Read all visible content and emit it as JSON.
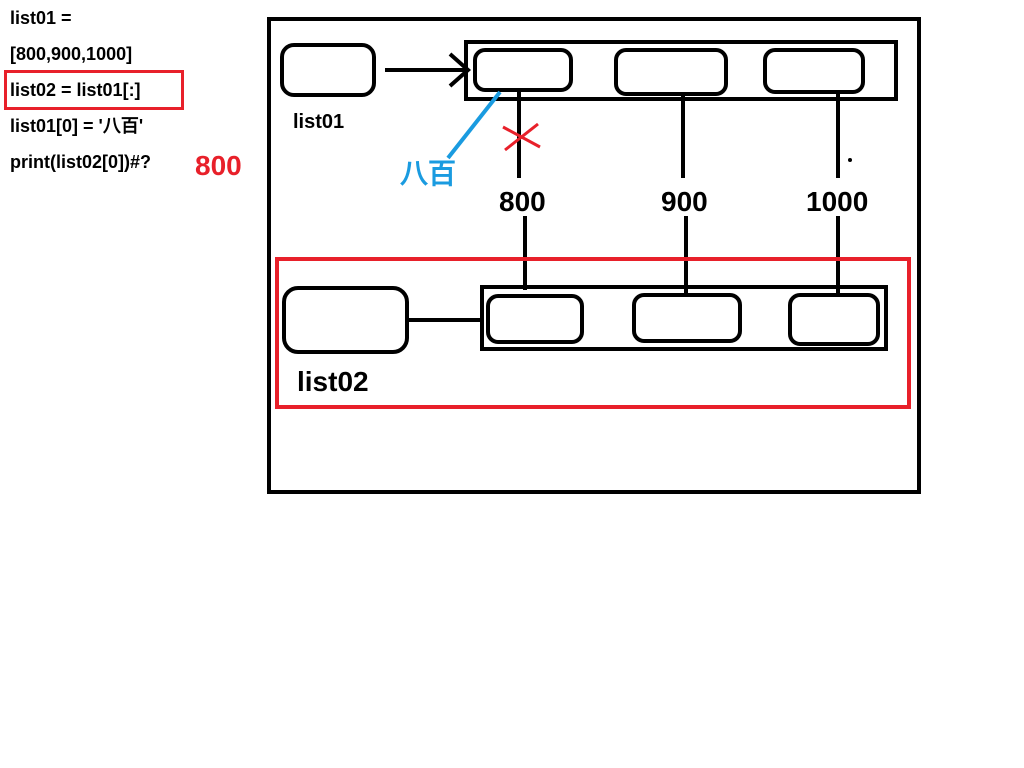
{
  "code": {
    "line1": "list01 =",
    "line2": "[800,900,1000]",
    "line3": "list02 = list01[:]",
    "line4": "list01[0] = '八百'",
    "line5": "print(list02[0])#?",
    "answer": "800"
  },
  "diagram": {
    "list01_label": "list01",
    "list02_label": "list02",
    "new_value": "八百",
    "values": [
      "800",
      "900",
      "1000"
    ]
  },
  "colors": {
    "highlight": "#e8202a",
    "new_value": "#1a9be0",
    "ink": "#000000"
  }
}
